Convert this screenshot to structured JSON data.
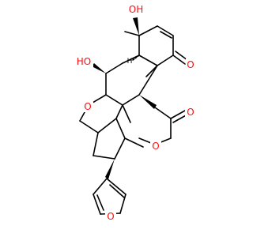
{
  "diagram": {
    "kind": "skeletal-structure",
    "colors": {
      "bond": "#000000",
      "oxygen": "#ff0d0d",
      "background": "#ffffff"
    },
    "labels": {
      "hydroxyl_top": "OH",
      "hydroxyl_top_h": "H",
      "hydroxyl_top_o": "O",
      "hydroxyl_left_h": "H",
      "hydroxyl_left_o": "O",
      "ketone_o": "O",
      "ring_ether_o": "O",
      "ester_carbonyl_o": "O",
      "ester_ether_o": "O",
      "furan_o": "O",
      "stereo_h": "H"
    }
  }
}
